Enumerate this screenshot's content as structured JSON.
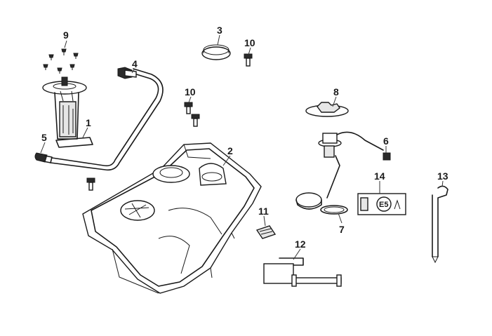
{
  "callouts": {
    "c1": "1",
    "c2": "2",
    "c3": "3",
    "c4": "4",
    "c5": "5",
    "c6": "6",
    "c7": "7",
    "c8": "8",
    "c9": "9",
    "c10a": "10",
    "c10b": "10",
    "c11": "11",
    "c12": "12",
    "c13": "13",
    "c14": "14"
  },
  "label_text": "E5",
  "colors": {
    "line": "#1a1a1a",
    "fill": "#e6e6e6",
    "background": "#ffffff"
  }
}
